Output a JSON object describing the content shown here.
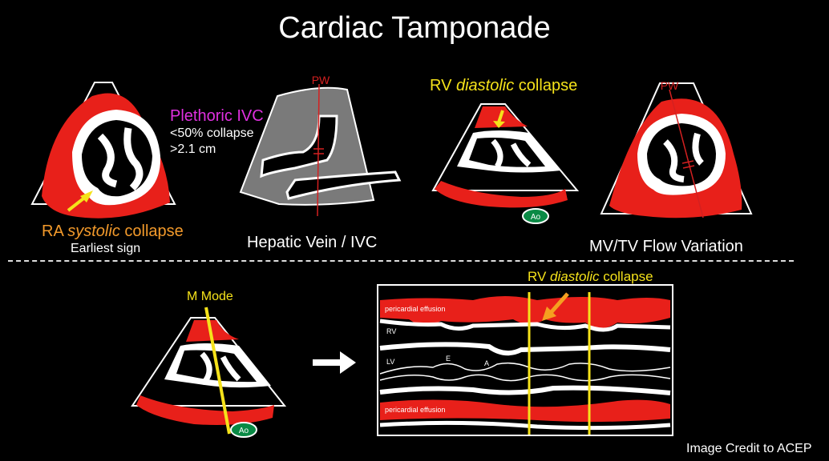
{
  "title": "Cardiac Tamponade",
  "panel_ra": {
    "label_prefix": "RA ",
    "label_italic": "systolic",
    "label_suffix": " collapse",
    "sublabel": "Earliest sign"
  },
  "panel_ivc": {
    "heading": "Plethoric IVC",
    "line1": "<50% collapse",
    "line2": ">2.1 cm",
    "pw": "PW",
    "caption": "Hepatic Vein / IVC"
  },
  "panel_rv": {
    "label_prefix": "RV ",
    "label_italic": "diastolic",
    "label_suffix": " collapse",
    "ao": "Ao"
  },
  "panel_mv": {
    "pw": "PW",
    "caption": "MV/TV Flow Variation"
  },
  "mmode": {
    "label": "M Mode",
    "ao": "Ao"
  },
  "tracing": {
    "label_prefix": "RV ",
    "label_italic": "diastolic",
    "label_suffix": " collapse",
    "effusion_top": "pericardial effusion",
    "rv": "RV",
    "lv": "LV",
    "e": "E",
    "a": "A",
    "effusion_bottom": "pericardial effusion"
  },
  "credit": "Image Credit to ACEP",
  "colors": {
    "red": "#e8201a",
    "yellow": "#f5e21a",
    "orange": "#f39a2b",
    "magenta": "#e030e0",
    "gray": "#7a7a7a"
  }
}
